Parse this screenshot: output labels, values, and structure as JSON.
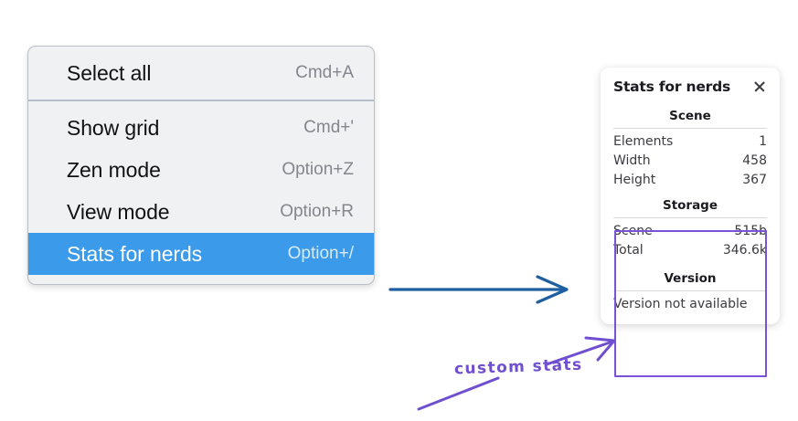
{
  "colors": {
    "menu_bg": "#f0f1f3",
    "menu_border": "#b9bfc9",
    "menu_separator": "#b3bcc8",
    "selection_blue": "#3b9ae9",
    "shortcut_gray": "#83868d",
    "panel_bg": "#ffffff",
    "highlight_purple": "#7a52d8",
    "annotation_purple": "#6f4fd0",
    "arrow_blue": "#1f5fa0"
  },
  "context_menu": {
    "groups": [
      {
        "items": [
          {
            "label": "Select all",
            "shortcut": "Cmd+A",
            "selected": false
          }
        ]
      },
      {
        "items": [
          {
            "label": "Show grid",
            "shortcut": "Cmd+'",
            "selected": false
          },
          {
            "label": "Zen mode",
            "shortcut": "Option+Z",
            "selected": false
          },
          {
            "label": "View mode",
            "shortcut": "Option+R",
            "selected": false
          },
          {
            "label": "Stats for nerds",
            "shortcut": "Option+/",
            "selected": true
          }
        ]
      }
    ]
  },
  "stats_panel": {
    "title": "Stats for nerds",
    "close_icon": "close-icon",
    "sections": [
      {
        "heading": "Scene",
        "rows": [
          {
            "label": "Elements",
            "value": "1"
          },
          {
            "label": "Width",
            "value": "458"
          },
          {
            "label": "Height",
            "value": "367"
          }
        ]
      },
      {
        "heading": "Storage",
        "rows": [
          {
            "label": "Scene",
            "value": "515b"
          },
          {
            "label": "Total",
            "value": "346.6k"
          }
        ]
      },
      {
        "heading": "Version",
        "note": "Version not available"
      }
    ]
  },
  "annotations": {
    "hand_label": "custom stats",
    "blue_arrow": "arrow-right-icon",
    "purple_arrow": "arrow-up-right-icon",
    "purple_tail": "underline-stroke"
  }
}
